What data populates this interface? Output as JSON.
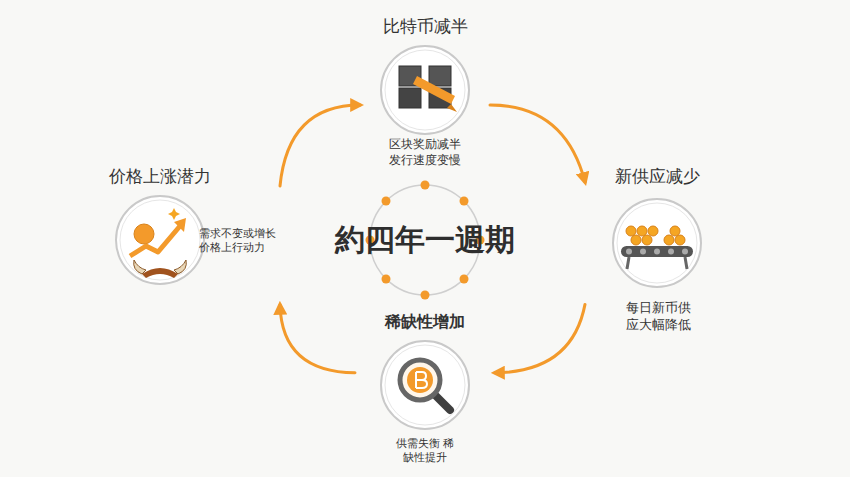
{
  "diagram": {
    "title": "約四年一週期",
    "nodes": [
      {
        "text": [
          "比特币减半",
          "区块奖励减半 发行速度变慢"
        ]
      },
      {
        "text": [
          "新供应减少",
          "每日新币供 应大幅降低"
        ]
      },
      {
        "text": [
          "稀缺性增加",
          "供需失衡 稀缺性提升"
        ]
      },
      {
        "text": [
          "价格上涨潜力",
          "需求不变或增长 价格上行动力"
        ]
      }
    ],
    "edges": [
      {
        "from": 0,
        "to": 1,
        "arrow": "to"
      },
      {
        "from": 1,
        "to": 2,
        "arrow": "to"
      },
      {
        "from": 2,
        "to": 3,
        "arrow": "to"
      },
      {
        "from": 3,
        "to": 0,
        "arrow": "to"
      }
    ]
  }
}
